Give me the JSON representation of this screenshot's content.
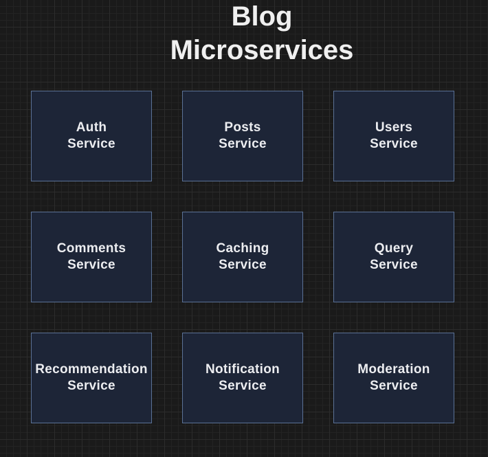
{
  "diagram": {
    "title_line1": "Blog",
    "title_line2": "Microservices",
    "services": [
      {
        "line1": "Auth",
        "line2": "Service"
      },
      {
        "line1": "Posts",
        "line2": "Service"
      },
      {
        "line1": "Users",
        "line2": "Service"
      },
      {
        "line1": "Comments",
        "line2": "Service"
      },
      {
        "line1": "Caching",
        "line2": "Service"
      },
      {
        "line1": "Query",
        "line2": "Service"
      },
      {
        "line1": "Recommendation",
        "line2": "Service"
      },
      {
        "line1": "Notification",
        "line2": "Service"
      },
      {
        "line1": "Moderation",
        "line2": "Service"
      }
    ],
    "colors": {
      "background": "#1a1a1a",
      "box_fill": "#1d2537",
      "box_border": "#5b7296",
      "text": "#f0f0f0"
    }
  }
}
